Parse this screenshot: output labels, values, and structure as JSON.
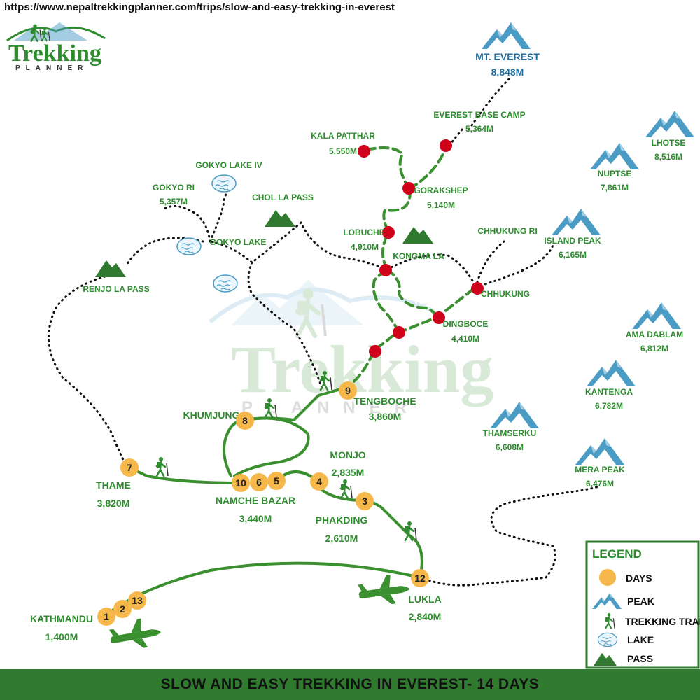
{
  "url": "https://www.nepaltrekkingplanner.com/trips/slow-and-easy-trekking-in-everest",
  "logo": {
    "name": "Trekking",
    "tagline": "PLANNER"
  },
  "title": "SLOW AND EASY TREKKING IN EVEREST- 14 DAYS",
  "colors": {
    "trail": "#3a8f2e",
    "day_marker": "#f6b84a",
    "stop_marker": "#d0021b",
    "peak": "#4a9cc4",
    "pass": "#2f7a2f",
    "footer": "#2f7a2f"
  },
  "peaks": [
    {
      "name": "MT. EVEREST",
      "elevation": "8,848M"
    },
    {
      "name": "LHOTSE",
      "elevation": "8,516M"
    },
    {
      "name": "NUPTSE",
      "elevation": "7,861M"
    },
    {
      "name": "ISLAND PEAK",
      "elevation": "6,165M"
    },
    {
      "name": "AMA DABLAM",
      "elevation": "6,812M"
    },
    {
      "name": "KANTENGA",
      "elevation": "6,782M"
    },
    {
      "name": "THAMSERKU",
      "elevation": "6,608M"
    },
    {
      "name": "MERA PEAK",
      "elevation": "6,476M"
    }
  ],
  "places": {
    "ebc": {
      "name": "EVEREST BASE CAMP",
      "elevation": "5,364M"
    },
    "kala_patthar": {
      "name": "KALA PATTHAR",
      "elevation": "5,550M"
    },
    "gorakshep": {
      "name": "GORAKSHEP",
      "elevation": "5,140M"
    },
    "lobuche": {
      "name": "LOBUCHE",
      "elevation": "4,910M"
    },
    "dingboche": {
      "name": "DINGBOCE",
      "elevation": "4,410M"
    },
    "chhukung": {
      "name": "CHHUKUNG"
    },
    "chhukung_ri": {
      "name": "CHHUKUNG RI"
    },
    "kongma_la": {
      "name": "KONGMA LA"
    },
    "chol_la": {
      "name": "CHOL LA PASS"
    },
    "gokyo_ri": {
      "name": "GOKYO RI",
      "elevation": "5,357M"
    },
    "gokyo_lake_iv": {
      "name": "GOKYO LAKE IV"
    },
    "gokyo_lake": {
      "name": "GOKYO LAKE"
    },
    "renjo_la": {
      "name": "RENJO LA PASS"
    },
    "tengboche": {
      "name": "TENGBOCHE",
      "elevation": "3,860M"
    },
    "khumjung": {
      "name": "KHUMJUNG"
    },
    "thame": {
      "name": "THAME",
      "elevation": "3,820M"
    },
    "namche": {
      "name": "NAMCHE BAZAR",
      "elevation": "3,440M"
    },
    "monjo": {
      "name": "MONJO",
      "elevation": "2,835M"
    },
    "phakding": {
      "name": "PHAKDING",
      "elevation": "2,610M"
    },
    "lukla": {
      "name": "LUKLA",
      "elevation": "2,840M"
    },
    "kathmandu": {
      "name": "KATHMANDU",
      "elevation": "1,400M"
    }
  },
  "days": [
    "1",
    "2",
    "13",
    "12",
    "3",
    "4",
    "5",
    "6",
    "10",
    "7",
    "8",
    "9"
  ],
  "legend": {
    "title": "LEGEND",
    "items": [
      "DAYS",
      "PEAK",
      "TREKKING TRAIL",
      "LAKE",
      "PASS"
    ]
  },
  "icons": [
    "mountain-peak-icon",
    "pass-icon",
    "lake-icon",
    "hiker-icon",
    "airplane-icon",
    "stop-marker-icon"
  ]
}
